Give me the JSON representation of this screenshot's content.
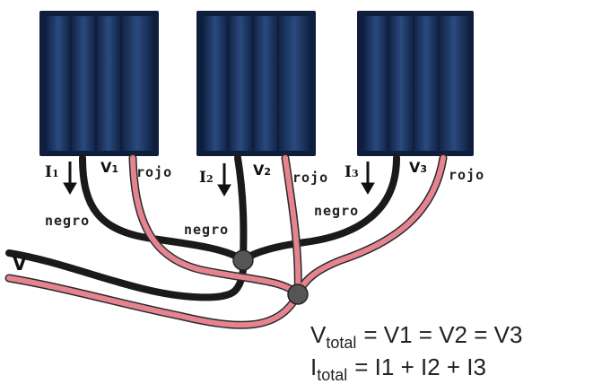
{
  "panels": [
    {
      "current_label": "I",
      "current_sub": "1",
      "voltage_label": "V",
      "voltage_sub": "1",
      "black_wire_label": "negro",
      "red_wire_label": "rojo"
    },
    {
      "current_label": "I",
      "current_sub": "2",
      "voltage_label": "V",
      "voltage_sub": "2",
      "black_wire_label": "negro",
      "red_wire_label": "rojo"
    },
    {
      "current_label": "I",
      "current_sub": "3",
      "voltage_label": "V",
      "voltage_sub": "3",
      "black_wire_label": "negro",
      "red_wire_label": "rojo"
    }
  ],
  "output_label": "V",
  "equations": {
    "voltage": {
      "lhs": "V",
      "lhs_sub": "total",
      "rhs": "= V1 = V2 = V3"
    },
    "current": {
      "lhs": "I",
      "lhs_sub": "total",
      "rhs": "= I1 + I2 + I3"
    }
  },
  "colors": {
    "panel_dark": "#1b2f5c",
    "panel_cell": "#24406f",
    "wire_black": "#1a1a1a",
    "wire_red": "#e5848f",
    "wire_red_outline": "#2a2a2a",
    "junction": "#555555"
  }
}
